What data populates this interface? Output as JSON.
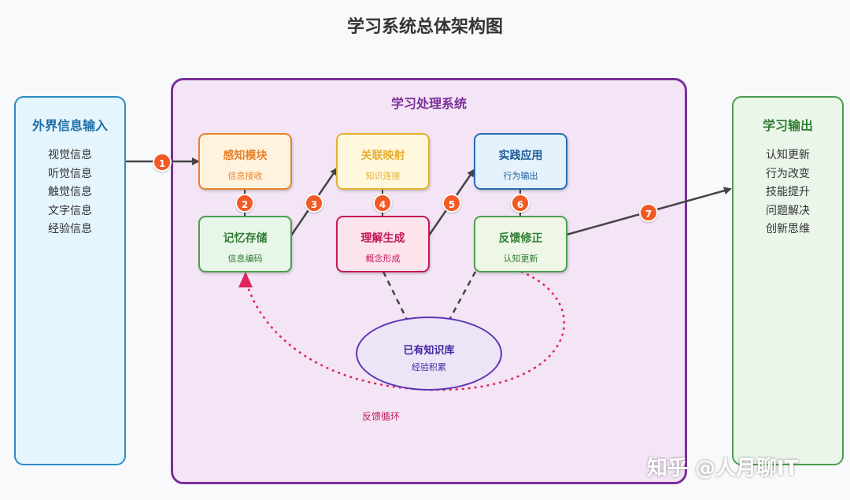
{
  "title": "学习系统总体架构图",
  "input_panel": {
    "title": "外界信息输入",
    "items": [
      "视觉信息",
      "听觉信息",
      "触觉信息",
      "文字信息",
      "经验信息"
    ]
  },
  "process_panel": {
    "title": "学习处理系统",
    "nodes": {
      "perception": {
        "title": "感知模块",
        "subtitle": "信息接收"
      },
      "memory": {
        "title": "记忆存储",
        "subtitle": "信息编码"
      },
      "association": {
        "title": "关联映射",
        "subtitle": "知识连接"
      },
      "understanding": {
        "title": "理解生成",
        "subtitle": "概念形成"
      },
      "practice": {
        "title": "实践应用",
        "subtitle": "行为输出"
      },
      "feedback": {
        "title": "反馈修正",
        "subtitle": "认知更新"
      }
    },
    "knowledge_base": {
      "title": "已有知识库",
      "subtitle": "经验积累"
    },
    "loop_label": "反馈循环"
  },
  "output_panel": {
    "title": "学习输出",
    "items": [
      "认知更新",
      "行为改变",
      "技能提升",
      "问题解决",
      "创新思维"
    ]
  },
  "steps": [
    "1",
    "2",
    "3",
    "4",
    "5",
    "6",
    "7"
  ],
  "watermark": "知乎 @人月聊IT",
  "colors": {
    "input": "#2b8cc4",
    "process": "#7b2f9a",
    "output": "#4c9d4f",
    "perception": "#e8822a",
    "memory": "#4c9d4f",
    "association": "#e6b030",
    "understanding": "#c2185b",
    "practice": "#2b6cb0",
    "feedback": "#4c9d4f",
    "knowledge_base": "#5e35b1",
    "badge": "#f15a24",
    "loop": "#e0245e"
  }
}
